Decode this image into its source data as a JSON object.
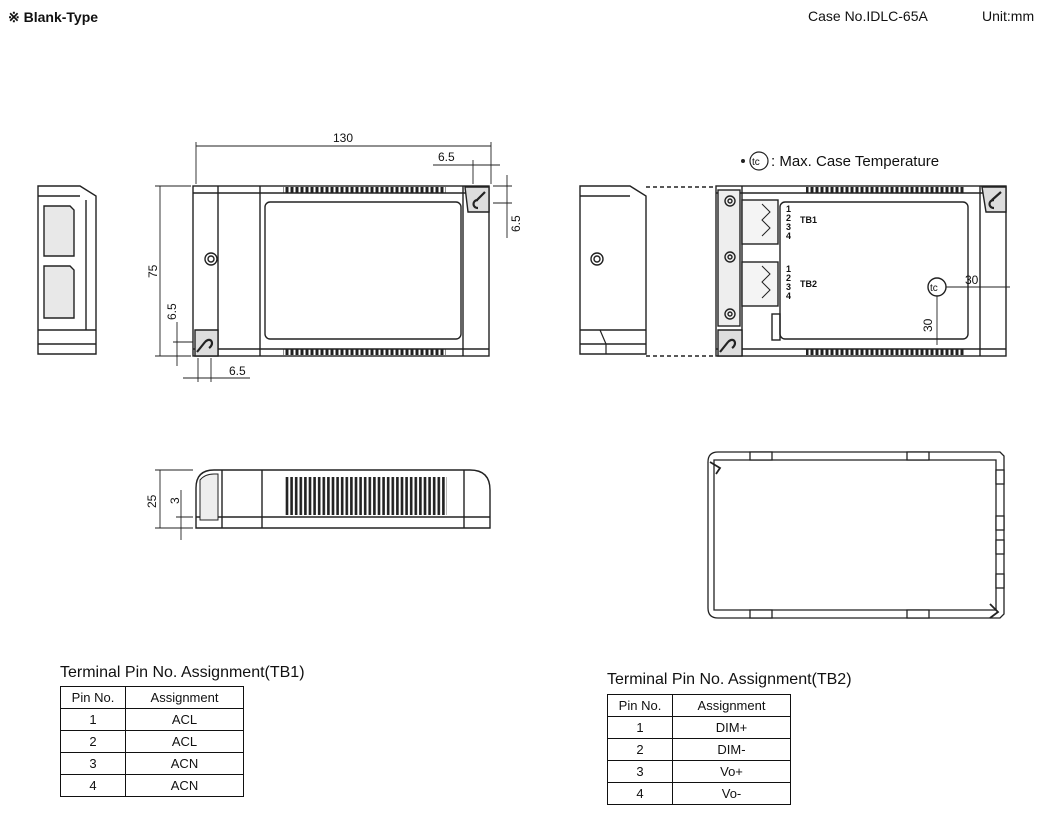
{
  "header": {
    "title": "※ Blank-Type",
    "case_no": "Case No.IDLC-65A",
    "unit": "Unit:mm"
  },
  "dimensions": {
    "top_width": "130",
    "top_hole_offset": "6.5",
    "top_right_vertical": "6.5",
    "left_height": "75",
    "left_hole_vertical": "6.5",
    "bottom_hole_offset": "6.5",
    "side_height": "25",
    "side_base": "3",
    "tc_horizontal": "30",
    "tc_vertical": "30"
  },
  "labels": {
    "tc_symbol": "tc",
    "tc_note": ": Max. Case Temperature",
    "tb1": "TB1",
    "tb2": "TB2",
    "pin_numbers": [
      "1",
      "2",
      "3",
      "4"
    ]
  },
  "tables": {
    "tb1": {
      "title": "Terminal Pin No. Assignment(TB1)",
      "headers": [
        "Pin No.",
        "Assignment"
      ],
      "rows": [
        [
          "1",
          "ACL"
        ],
        [
          "2",
          "ACL"
        ],
        [
          "3",
          "ACN"
        ],
        [
          "4",
          "ACN"
        ]
      ]
    },
    "tb2": {
      "title": "Terminal Pin No. Assignment(TB2)",
      "headers": [
        "Pin No.",
        "Assignment"
      ],
      "rows": [
        [
          "1",
          "DIM+"
        ],
        [
          "2",
          "DIM-"
        ],
        [
          "3",
          "Vo+"
        ],
        [
          "4",
          "Vo-"
        ]
      ]
    }
  }
}
